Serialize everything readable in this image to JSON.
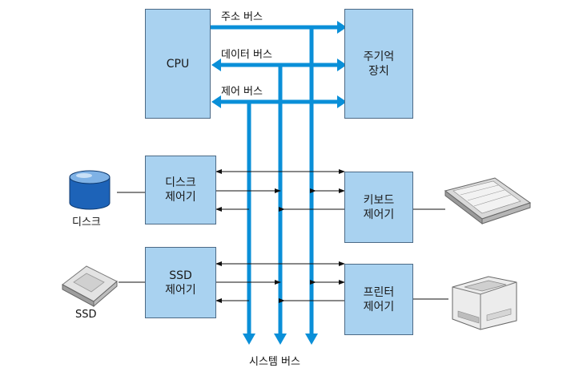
{
  "diagram": {
    "boxes": {
      "cpu": "CPU",
      "main_memory": "주기억\n장치",
      "disk_controller": "디스크\n제어기",
      "ssd_controller": "SSD\n제어기",
      "keyboard_controller": "키보드\n제어기",
      "printer_controller": "프린터\n제어기"
    },
    "bus_labels": {
      "address_bus": "주소 버스",
      "data_bus": "데이터 버스",
      "control_bus": "제어 버스",
      "system_bus": "시스템 버스"
    },
    "device_labels": {
      "disk": "디스크",
      "ssd": "SSD"
    }
  },
  "colors": {
    "bus": "#0a8fd8",
    "box_fill": "#a9d2f0",
    "box_border": "#4c6a86"
  },
  "icons": [
    "disk-cylinder-icon",
    "ssd-drive-icon",
    "keyboard-icon",
    "printer-icon"
  ]
}
